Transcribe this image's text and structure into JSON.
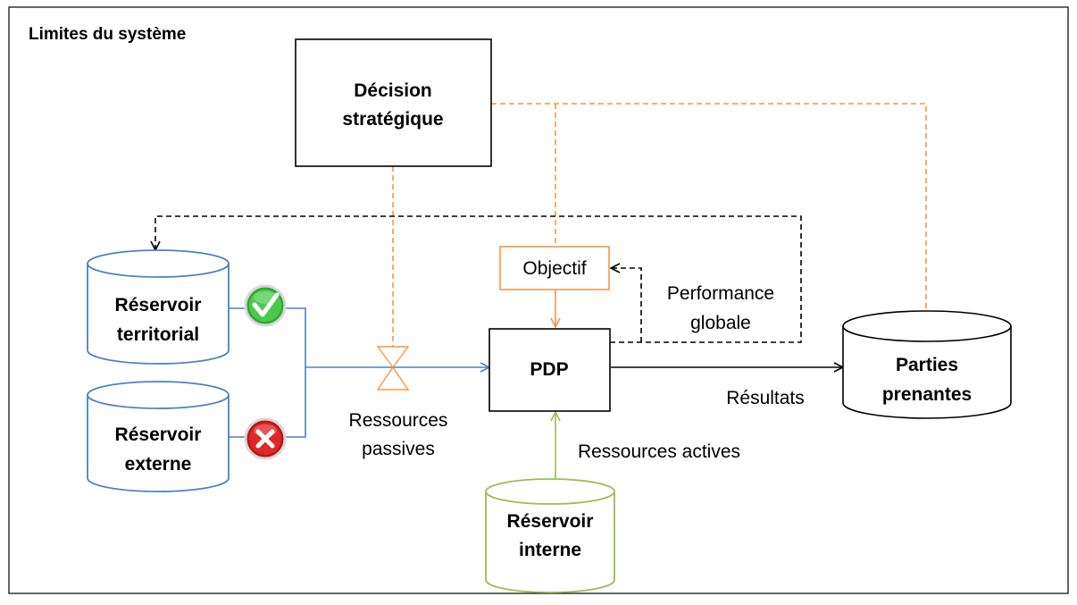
{
  "title": "Limites du système",
  "nodes": {
    "decision": {
      "line1": "Décision",
      "line2": "stratégique"
    },
    "objectif": {
      "label": "Objectif"
    },
    "pdp": {
      "label": "PDP"
    },
    "reservoir_territorial": {
      "line1": "Réservoir",
      "line2": "territorial",
      "status_icon": "check-icon"
    },
    "reservoir_externe": {
      "line1": "Réservoir",
      "line2": "externe",
      "status_icon": "cross-icon"
    },
    "reservoir_interne": {
      "line1": "Réservoir",
      "line2": "interne"
    },
    "parties_prenantes": {
      "line1": "Parties",
      "line2": "prenantes"
    }
  },
  "labels": {
    "ressources_passives": {
      "line1": "Ressources",
      "line2": "passives"
    },
    "ressources_actives": "Ressources actives",
    "performance_globale": {
      "line1": "Performance",
      "line2": "globale"
    },
    "resultats": "Résultats"
  },
  "colors": {
    "blue": "#4f81bd",
    "green": "#9bbb59",
    "orange": "#f79646",
    "black": "#000000",
    "check_green": "#3fbf3f",
    "cross_red": "#e02020"
  }
}
